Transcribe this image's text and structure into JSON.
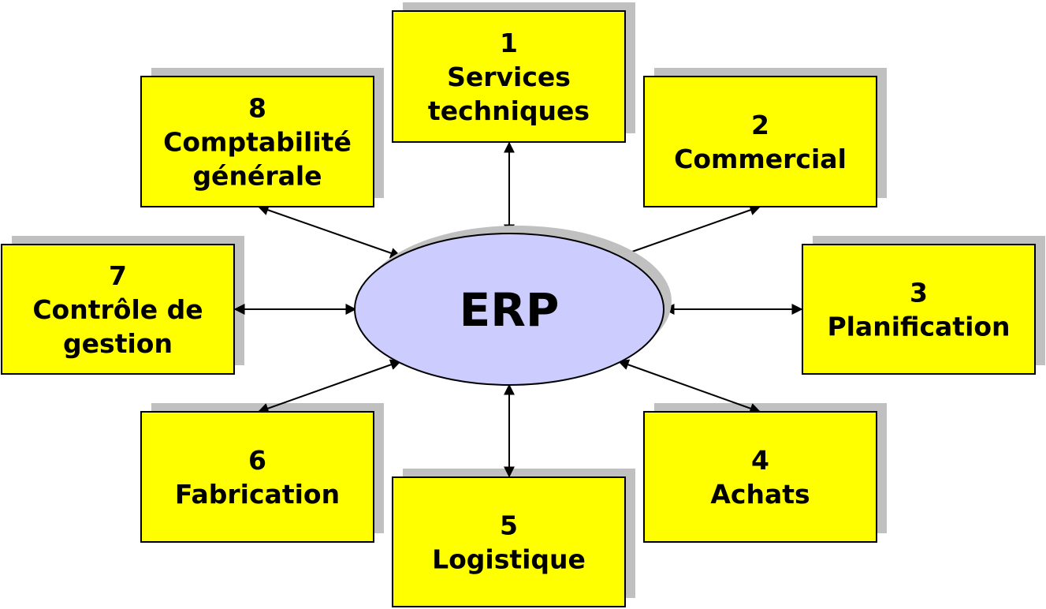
{
  "hub": {
    "label": "ERP",
    "fill_color": "#ccccff"
  },
  "module_fill_color": "#ffff00",
  "shadow_color": "#c0c0c0",
  "modules": [
    {
      "id": "services-techniques",
      "number": "1",
      "lines": [
        "Services",
        "techniques"
      ]
    },
    {
      "id": "commercial",
      "number": "2",
      "lines": [
        "Commercial"
      ]
    },
    {
      "id": "planification",
      "number": "3",
      "lines": [
        "Planification"
      ]
    },
    {
      "id": "achats",
      "number": "4",
      "lines": [
        "Achats"
      ]
    },
    {
      "id": "logistique",
      "number": "5",
      "lines": [
        "Logistique"
      ]
    },
    {
      "id": "fabrication",
      "number": "6",
      "lines": [
        "Fabrication"
      ]
    },
    {
      "id": "controle-de-gestion",
      "number": "7",
      "lines": [
        "Contrôle de",
        "gestion"
      ]
    },
    {
      "id": "comptabilite-generale",
      "number": "8",
      "lines": [
        "Comptabilité",
        "générale"
      ]
    }
  ]
}
